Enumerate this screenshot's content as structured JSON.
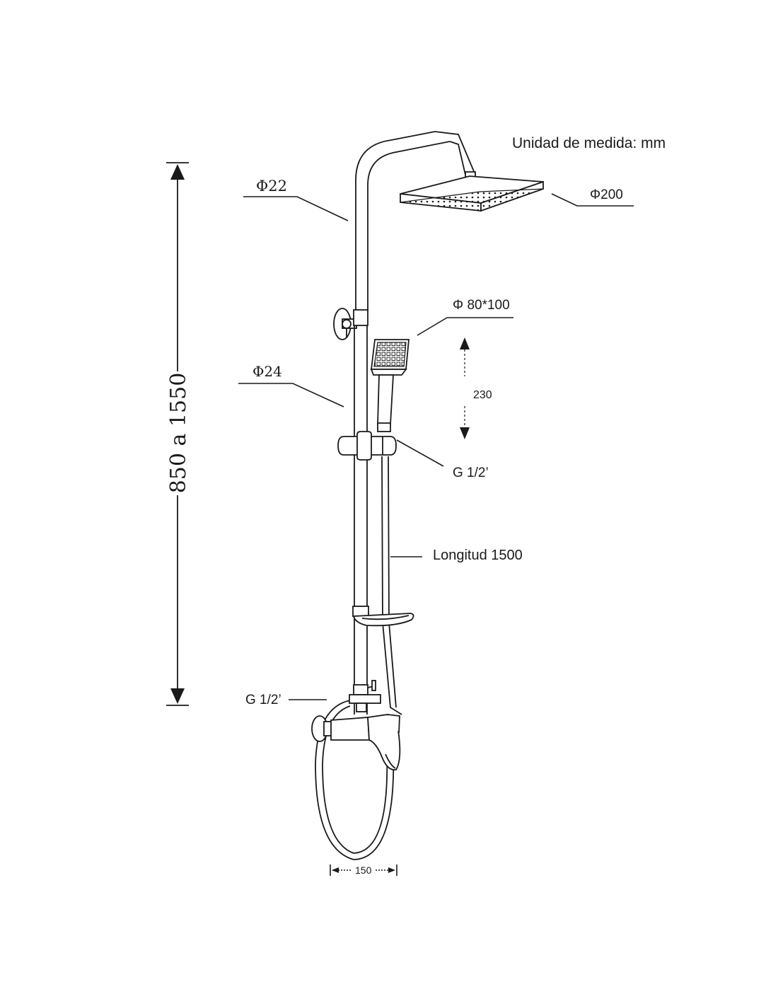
{
  "units_note": "Unidad de medida: mm",
  "labels": {
    "pipe_top": "Φ22",
    "pipe_bottom": "Φ24",
    "rain_head": "Φ200",
    "hand_shower": "Φ 80*100",
    "hand_travel": "230",
    "slider_thread": "G 1/2’",
    "hose_length": "Longitud 1500",
    "inlet_thread": "G 1/2’",
    "total_height": "850 a 1550",
    "mixer_spacing": "150"
  },
  "colors": {
    "line": "#1a1a1a",
    "background": "#ffffff"
  }
}
